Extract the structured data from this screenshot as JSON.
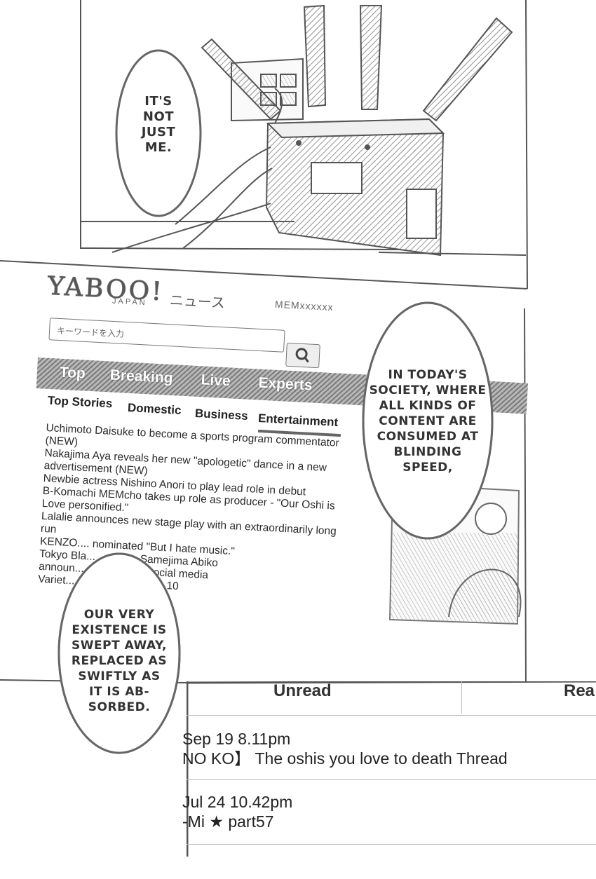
{
  "bubbles": {
    "top": "IT'S\nNOT\nJUST\nME.",
    "right": "IN TODAY'S\nSOCIETY, WHERE\nALL KINDS OF\nCONTENT ARE\nCONSUMED AT\nBLINDING\nSPEED,",
    "left": "OUR VERY\nEXISTENCE IS\nSWEPT AWAY,\nREPLACED AS\nSWIFTLY AS\nIT IS AB-\nSORBED."
  },
  "news": {
    "logo": "YABOO!",
    "logo_sub": "JAPAN",
    "logo_jp": "ニュース",
    "user_label": "MEMxxxxxx",
    "search_placeholder": "キーワードを入力",
    "nav": [
      "Top",
      "Breaking",
      "Live",
      "Experts"
    ],
    "tabs": [
      "Top Stories",
      "Domestic",
      "Business",
      "Entertainment"
    ],
    "active_tab": "Entertainment",
    "headlines": [
      "Uchimoto Daisuke to become a sports program commentator (NEW)",
      "Nakajima Aya reveals her new \"apologetic\" dance in a new advertisement (NEW)",
      "Newbie actress Nishino Anori to play lead role in debut",
      "B-Komachi MEMcho takes up role as producer - \"Our Oshi is Love personified.\"",
      "Lalalie announces new stage play with an extraordinarily long run",
      "KENZO.... nominated \"But I hate music.\"",
      "Tokyo Bla... ...ngaka Samejima Abiko",
      "announ... ...arriage on social media",
      "Variet... ...\" enters Season 10"
    ]
  },
  "forum": {
    "columns": [
      "Unread",
      "Rea"
    ],
    "threads": [
      {
        "date": "Sep 19 8.11pm",
        "title": "NO KO】 The oshis you love to death Thread"
      },
      {
        "date": "Jul 24 10.42pm",
        "title": "-Mi ★ part57"
      }
    ]
  },
  "colors": {
    "ink": "#3a3a3a",
    "tone": "#9a9a9a",
    "paper": "#ffffff"
  }
}
